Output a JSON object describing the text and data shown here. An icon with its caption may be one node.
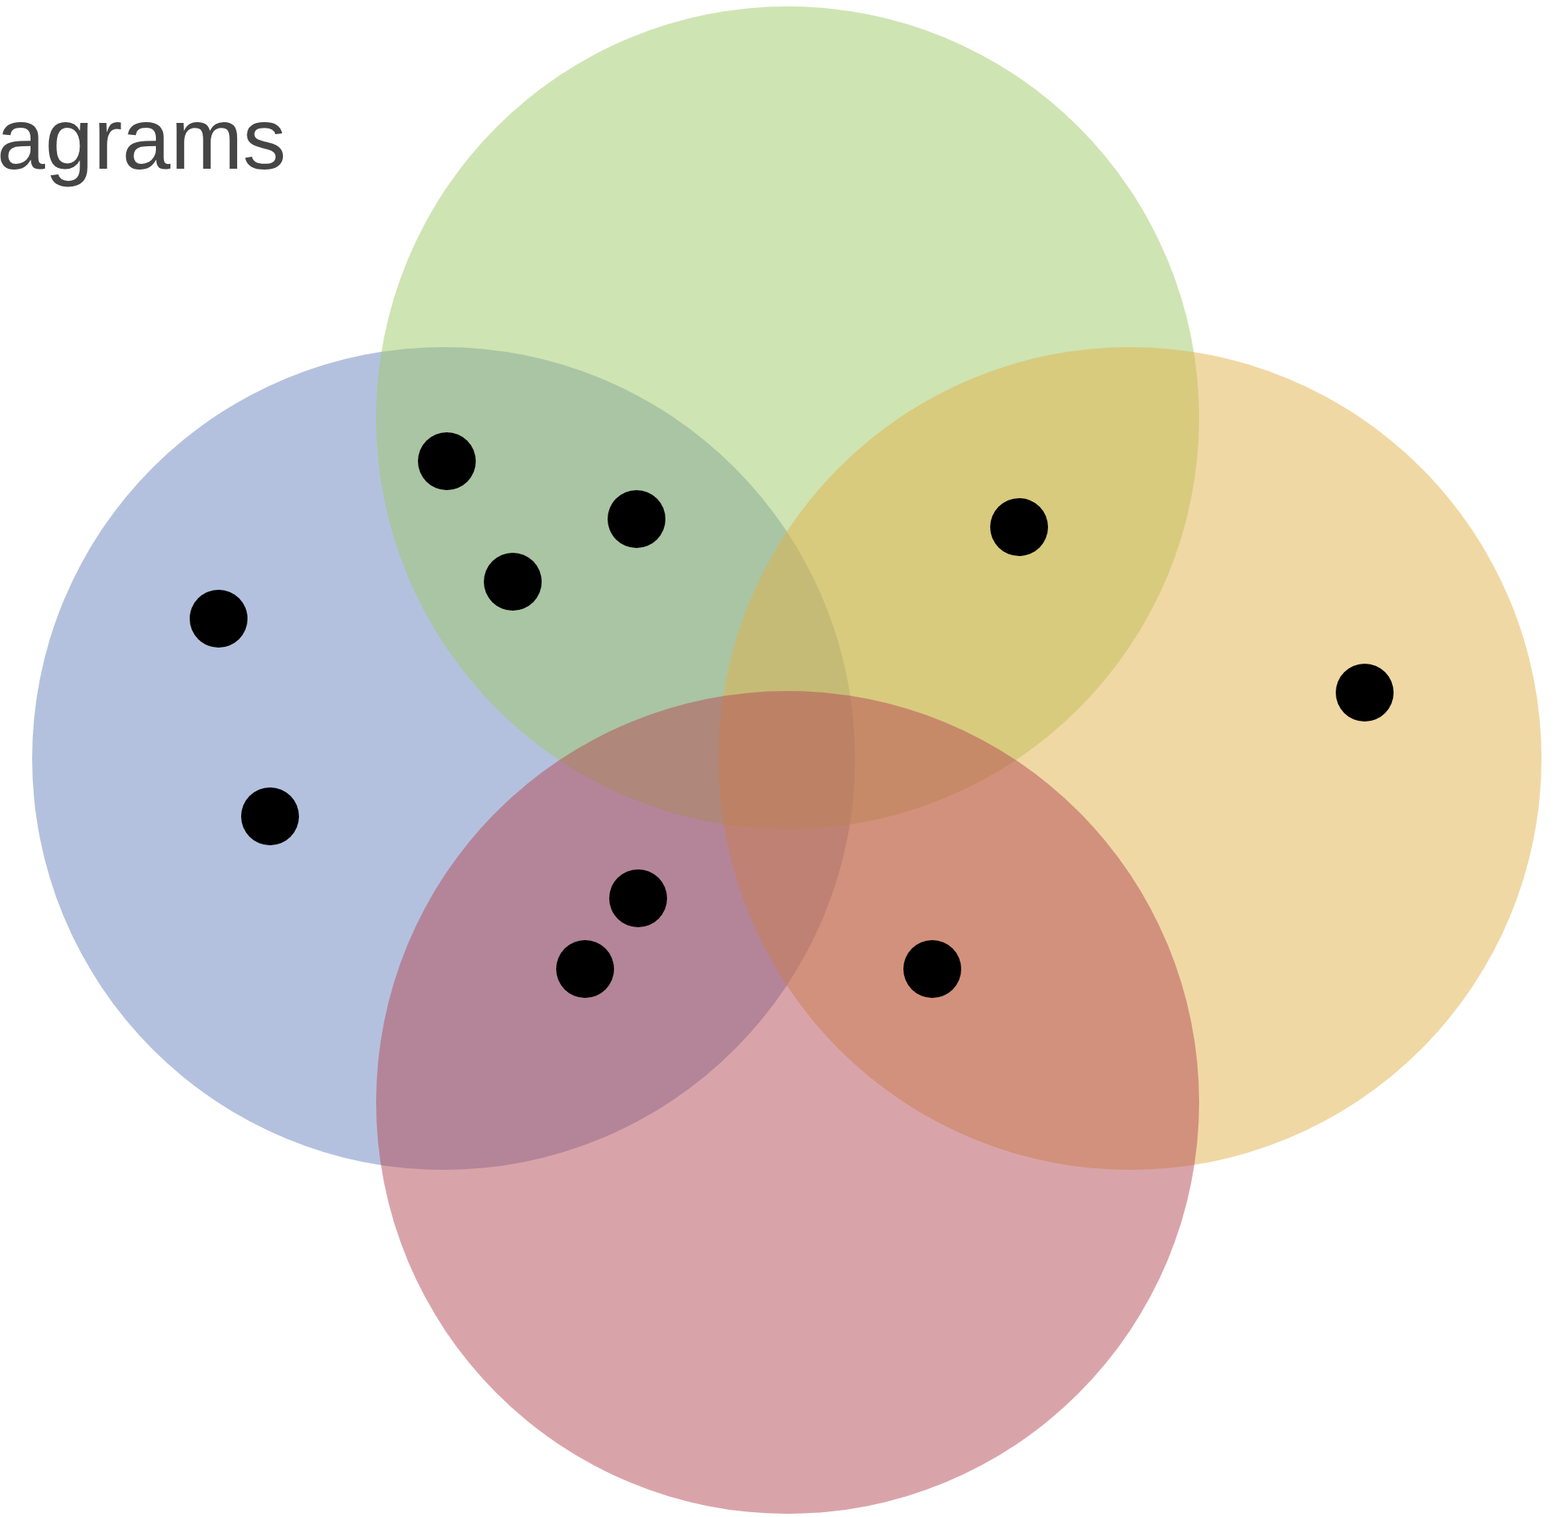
{
  "diagram": {
    "title": "agrams",
    "nodes": [
      {
        "text": [],
        "shape": "circle"
      },
      {
        "text": [],
        "shape": "circle"
      },
      {
        "text": [],
        "shape": "circle"
      },
      {
        "text": [],
        "shape": "circle"
      }
    ]
  }
}
